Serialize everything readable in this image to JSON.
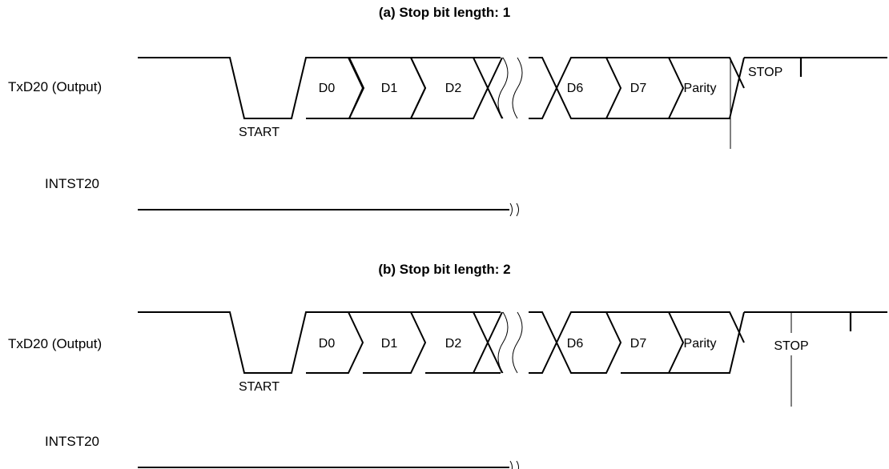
{
  "diagrams": [
    {
      "title": "(a)  Stop bit length: 1",
      "signals": {
        "txd": "TxD20 (Output)",
        "int": "INTST20"
      },
      "cells": [
        "D0",
        "D1",
        "D2",
        "D6",
        "D7",
        "Parity"
      ],
      "start_label": "START",
      "stop_label": "STOP"
    },
    {
      "title": "(b)  Stop bit length: 2",
      "signals": {
        "txd": "TxD20 (Output)",
        "int": "INTST20"
      },
      "cells": [
        "D0",
        "D1",
        "D2",
        "D6",
        "D7",
        "Parity"
      ],
      "start_label": "START",
      "stop_label": "STOP"
    }
  ]
}
